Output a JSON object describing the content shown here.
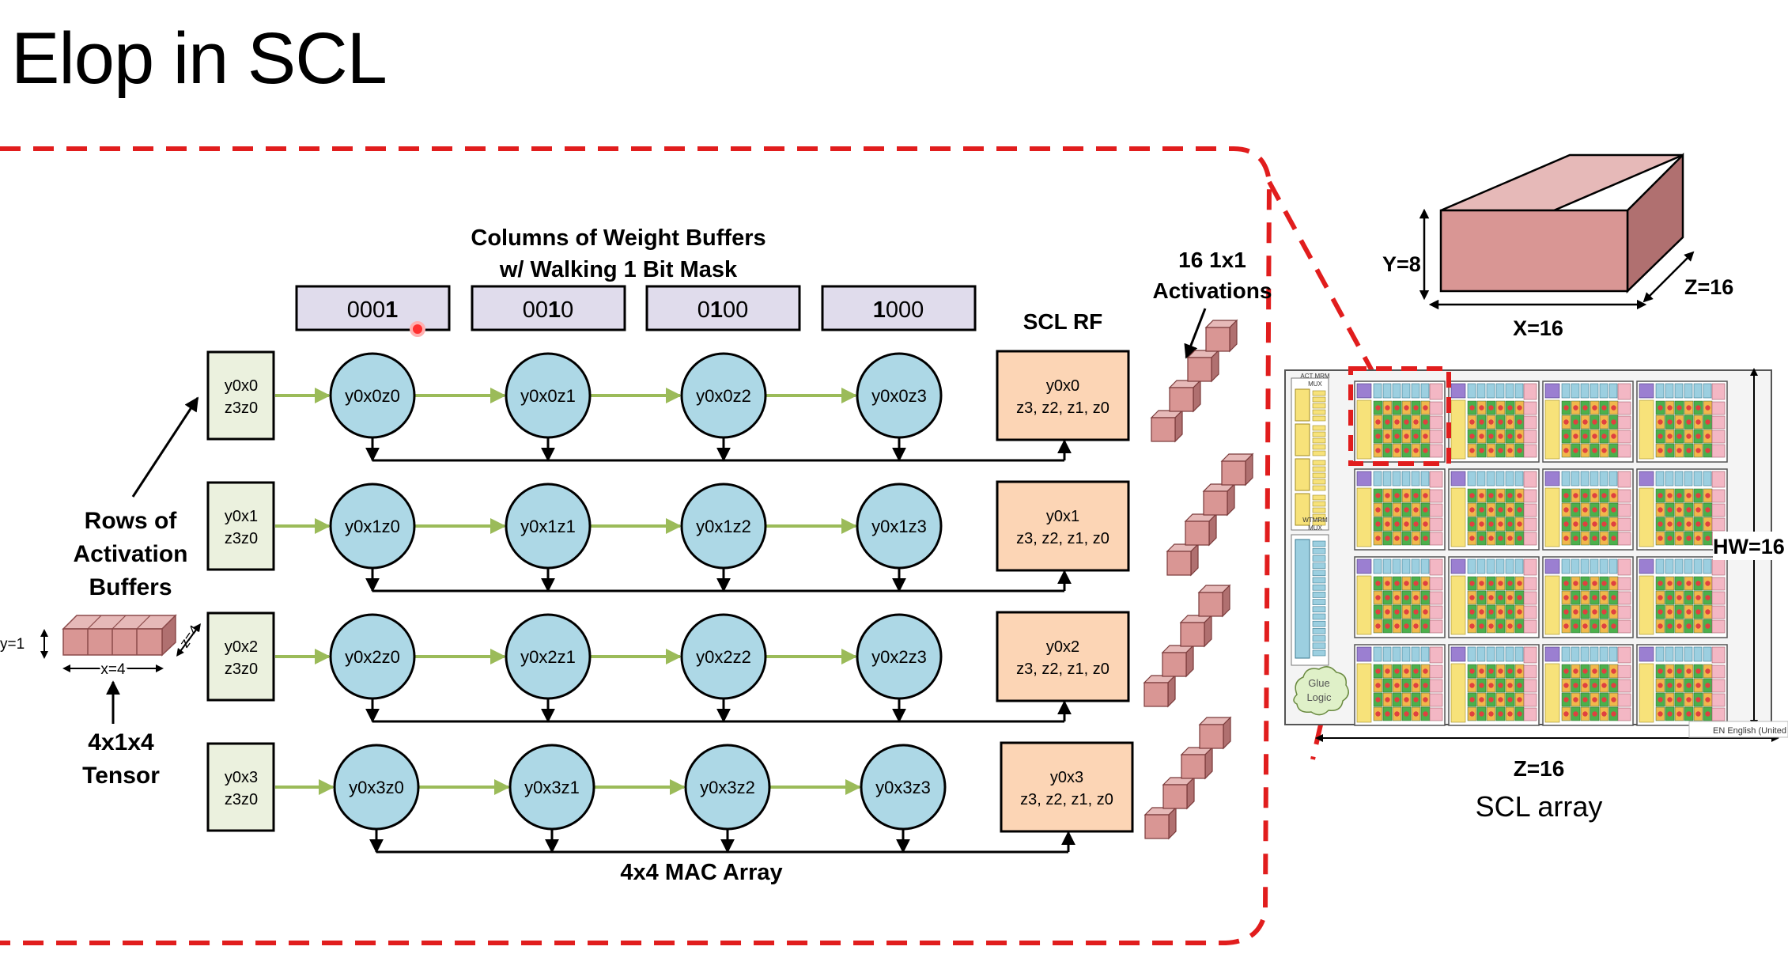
{
  "title": "Elop in SCL",
  "weight_header": [
    "Columns of Weight Buffers",
    "w/ Walking 1 Bit Mask"
  ],
  "masks": [
    {
      "pre": "000",
      "bold": "1",
      "post": ""
    },
    {
      "pre": "00",
      "bold": "1",
      "post": "0"
    },
    {
      "pre": "0",
      "bold": "1",
      "post": "00"
    },
    {
      "pre": "",
      "bold": "1",
      "post": "000"
    }
  ],
  "rf_header": "SCL RF",
  "activations_header": [
    "16 1x1",
    "Activations"
  ],
  "rows": [
    {
      "act": [
        "y0x0",
        "z3z0"
      ],
      "macs": [
        "y0x0z0",
        "y0x0z1",
        "y0x0z2",
        "y0x0z3"
      ],
      "rf": [
        "y0x0",
        "z3, z2, z1, z0"
      ]
    },
    {
      "act": [
        "y0x1",
        "z3z0"
      ],
      "macs": [
        "y0x1z0",
        "y0x1z1",
        "y0x1z2",
        "y0x1z3"
      ],
      "rf": [
        "y0x1",
        "z3, z2, z1, z0"
      ]
    },
    {
      "act": [
        "y0x2",
        "z3z0"
      ],
      "macs": [
        "y0x2z0",
        "y0x2z1",
        "y0x2z2",
        "y0x2z3"
      ],
      "rf": [
        "y0x2",
        "z3, z2, z1, z0"
      ]
    },
    {
      "act": [
        "y0x3",
        "z3z0"
      ],
      "macs": [
        "y0x3z0",
        "y0x3z1",
        "y0x3z2",
        "y0x3z3"
      ],
      "rf": [
        "y0x3",
        "z3, z2, z1, z0"
      ]
    }
  ],
  "rows_label": [
    "Rows of",
    "Activation",
    "Buffers"
  ],
  "tensor_label": [
    "4x1x4",
    "Tensor"
  ],
  "tensor_dims": {
    "y": "y=1",
    "x": "x=4",
    "z": "z=4"
  },
  "mac_array_label": "4x4 MAC Array",
  "cube_dims": {
    "y": "Y=8",
    "x": "X=16",
    "z": "Z=16"
  },
  "scl_array": {
    "label": "SCL array",
    "z_label": "Z=16",
    "hw_label": "HW=16",
    "act_mux": [
      "ACT MRM",
      "MUX"
    ],
    "wt_mux": [
      "WTMRM",
      "MUX"
    ],
    "glue": [
      "Glue",
      "Logic"
    ],
    "lang_badge": "EN English (United S"
  },
  "colors": {
    "dash": "#e11d1d",
    "mac": "#add8e6",
    "act_buf": "#ebf1de",
    "rf": "#fcd5b5",
    "mask": "#e0dcec",
    "arrow_green": "#9bbb59",
    "cube_front": "#d99694",
    "cube_top": "#e6b9b8",
    "cube_side": "#b07070"
  }
}
